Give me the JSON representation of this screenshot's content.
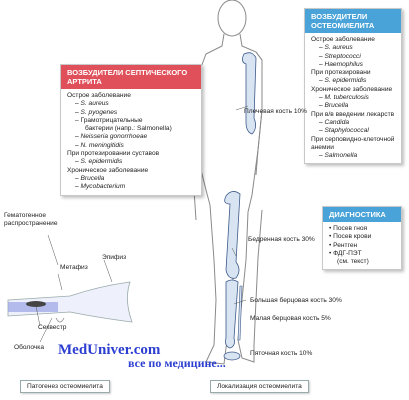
{
  "arthritis_box": {
    "title": "ВОЗБУДИТЕЛИ СЕПТИЧЕСКОГО АРТРИТА",
    "lines": [
      {
        "text": "Острое заболевание",
        "indent": 0,
        "italic": false
      },
      {
        "text": "– S. aureus",
        "indent": 1,
        "italic": true
      },
      {
        "text": "– S. pyogenes",
        "indent": 1,
        "italic": true
      },
      {
        "text": "– Грамотрицательные",
        "indent": 1,
        "italic": false
      },
      {
        "text": "бактерии (напр.: Salmonella)",
        "indent": 2,
        "italic": false
      },
      {
        "text": "– Neisseria gonorrhoeae",
        "indent": 1,
        "italic": true
      },
      {
        "text": "– N. meningitidis",
        "indent": 1,
        "italic": true
      },
      {
        "text": "При протезировании суставов",
        "indent": 0,
        "italic": false
      },
      {
        "text": "– S. epidermidis",
        "indent": 1,
        "italic": true
      },
      {
        "text": "Хроническое заболевание",
        "indent": 0,
        "italic": false
      },
      {
        "text": "– Brucella",
        "indent": 1,
        "italic": true
      },
      {
        "text": "– Mycobacterium",
        "indent": 1,
        "italic": true
      }
    ]
  },
  "osteomyelitis_box": {
    "title": "ВОЗБУДИТЕЛИ ОСТЕОМИЕЛИТА",
    "lines": [
      {
        "text": "Острое заболевание",
        "indent": 0,
        "italic": false
      },
      {
        "text": "– S. aureus",
        "indent": 1,
        "italic": true
      },
      {
        "text": "– Streptococci",
        "indent": 1,
        "italic": true
      },
      {
        "text": "– Haemophilus",
        "indent": 1,
        "italic": true
      },
      {
        "text": "При протезировани",
        "indent": 0,
        "italic": false
      },
      {
        "text": "– S. epidermidis",
        "indent": 1,
        "italic": true
      },
      {
        "text": "Хроническое заболевание",
        "indent": 0,
        "italic": false
      },
      {
        "text": "– M. tuberculosis",
        "indent": 1,
        "italic": true
      },
      {
        "text": "– Brucella",
        "indent": 1,
        "italic": true
      },
      {
        "text": "При в/в введении лекарств",
        "indent": 0,
        "italic": false
      },
      {
        "text": "– Candida",
        "indent": 1,
        "italic": true
      },
      {
        "text": "– Staphylococcal",
        "indent": 1,
        "italic": true
      },
      {
        "text": "При серповидно-клеточной",
        "indent": 0,
        "italic": false
      },
      {
        "text": "анемии",
        "indent": 0,
        "italic": false
      },
      {
        "text": "– Salmonella",
        "indent": 1,
        "italic": true
      }
    ]
  },
  "diagnostics_box": {
    "title": "ДИАГНОСТИКА",
    "lines": [
      {
        "text": "• Посев гноя",
        "indent": 0,
        "italic": false
      },
      {
        "text": "• Посев крови",
        "indent": 0,
        "italic": false
      },
      {
        "text": "• Рентген",
        "indent": 0,
        "italic": false
      },
      {
        "text": "• ФДГ-ПЭТ",
        "indent": 0,
        "italic": false
      },
      {
        "text": "(см. текст)",
        "indent": 1,
        "italic": false
      }
    ]
  },
  "bone_labels": {
    "humerus": "Плечевая кость 10%",
    "femur": "Бедренная кость 30%",
    "tibia": "Большая берцовая кость 30%",
    "fibula": "Малая берцовая кость 5%",
    "calcaneus": "Пяточная кость 10%"
  },
  "pathogenesis_labels": {
    "hematogenous": "Гематогенное распространение",
    "metaphysis": "Метафиз",
    "epiphysis": "Эпифиз",
    "sequestrum": "Секвестр",
    "shell": "Оболочка"
  },
  "captions": {
    "left": "Патогенез остеомиелита",
    "right": "Локализация остеомиелита"
  },
  "watermark": {
    "main": "MedUniver.com",
    "sub": "все по медицине..."
  },
  "colors": {
    "red_header": "#e0505a",
    "blue_header": "#4aa3d8",
    "bone_fill": "#d8e4f2",
    "bone_stroke": "#3d5a8a",
    "watermark": "#2c3fd0"
  }
}
